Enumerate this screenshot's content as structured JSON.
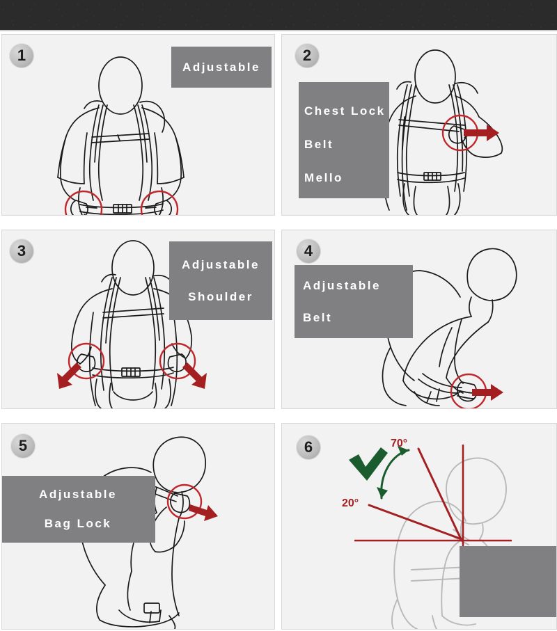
{
  "document": {
    "type": "instruction-diagram",
    "title": "Backpack harness adjustment steps",
    "panel_count": 6
  },
  "colors": {
    "top_bar": "#2b2b2b",
    "panel_background": "#f2f2f2",
    "panel_border": "#d8d8d8",
    "caption_plate": "#808083",
    "caption_text": "#ffffff",
    "badge_gray": "#bdbdbd",
    "highlight_circle_red": "#c0272d",
    "arrow_red": "#a41f22",
    "check_green": "#1a5c2e",
    "line_art": "#1a1a1a",
    "line_art_light": "#b9b9b9"
  },
  "panels": [
    {
      "number": "1",
      "caption_lines": [
        "Adjustable"
      ],
      "caption_align": "center",
      "illustration": "front view of person wearing backpack, both hands pulling waist-belt straps outward",
      "highlights": 2,
      "arrows": 2
    },
    {
      "number": "2",
      "caption_lines": [
        "Chest Lock",
        "Belt",
        "Mello"
      ],
      "caption_align": "left",
      "illustration": "front view of person pulling chest strap buckle sideways",
      "highlights": 1,
      "arrows": 1
    },
    {
      "number": "3",
      "caption_lines": [
        "Adjustable",
        "Shoulder"
      ],
      "caption_align": "center",
      "illustration": "front view of person pulling both shoulder strap ends downward and outward",
      "highlights": 2,
      "arrows": 2
    },
    {
      "number": "4",
      "caption_lines": [
        "Adjustable",
        "Belt"
      ],
      "caption_align": "left",
      "illustration": "side view of person bent forward pulling hip belt strap backward",
      "highlights": 1,
      "arrows": 1
    },
    {
      "number": "5",
      "caption_lines": [
        "Adjustable",
        "Bag Lock"
      ],
      "caption_align": "center",
      "illustration": "side view of person pulling the top load-lifter bag lock strap",
      "highlights": 1,
      "arrows": 1
    },
    {
      "number": "6",
      "caption_lines": [],
      "caption_align": "center",
      "illustration": "side profile showing correct load-lifter strap angle range with axis lines",
      "annotations": [
        {
          "label": "70°",
          "type": "angle-upper"
        },
        {
          "label": "20°",
          "type": "angle-lower"
        },
        {
          "label": "check",
          "type": "approved-check-mark"
        }
      ],
      "highlights": 0,
      "arrows": 2
    }
  ]
}
